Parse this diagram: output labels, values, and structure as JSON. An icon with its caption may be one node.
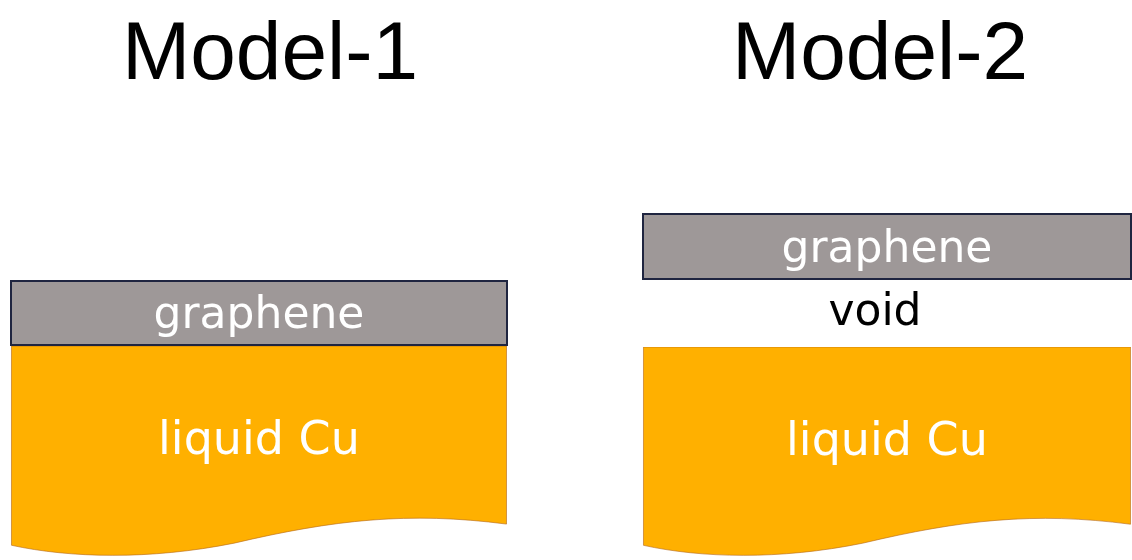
{
  "diagram": {
    "nodes": [
      {
        "text": [
          "graphene"
        ]
      },
      {
        "text": [
          "liquid Cu"
        ]
      },
      {
        "text": [
          "graphene"
        ]
      },
      {
        "text": [
          "liquid Cu"
        ]
      }
    ],
    "labels": [
      "Model-1",
      "Model-2",
      "void"
    ]
  }
}
